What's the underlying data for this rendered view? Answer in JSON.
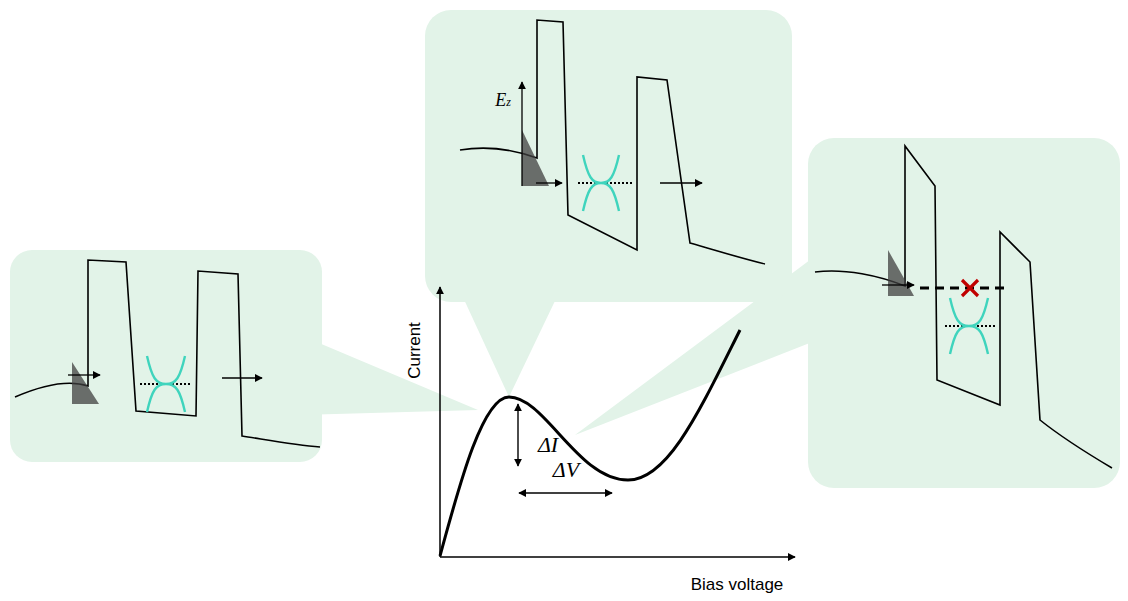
{
  "diagram": {
    "labels": [
      "Ez",
      "Current",
      "Bias voltage",
      "ΔI",
      "ΔV"
    ]
  }
}
